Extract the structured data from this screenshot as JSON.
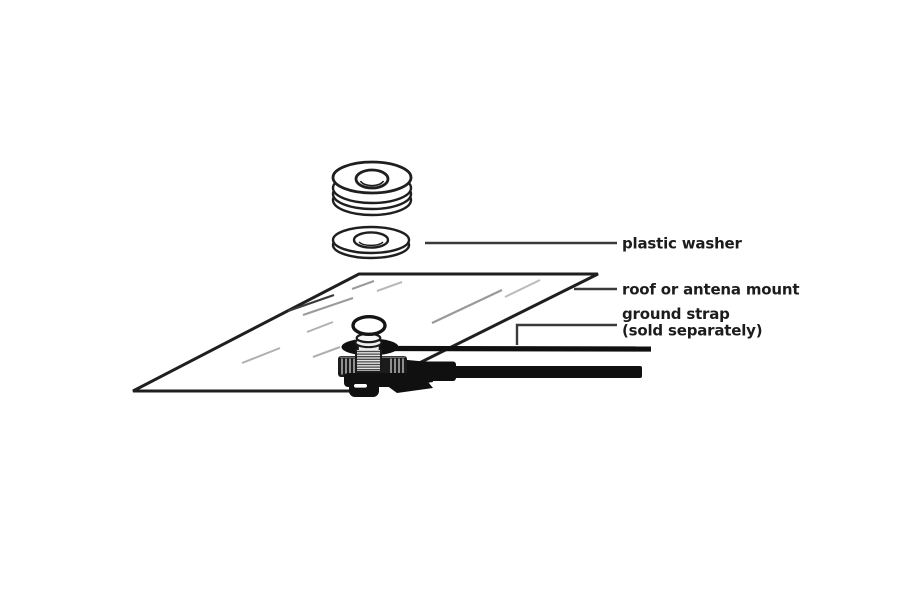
{
  "diagram": {
    "labels": {
      "plastic_washer": "plastic washer",
      "roof_mount": "roof or antena mount",
      "ground_strap_line1": "ground strap",
      "ground_strap_line2": "(sold separately)"
    },
    "colors": {
      "background": "#ffffff",
      "outline": "#1f1f1f",
      "solid_black_parts": "#111111",
      "shine_light": "#a8a8a8",
      "shine_dark": "#3a3a3a",
      "metal_fill": "#e6e6e6"
    }
  }
}
